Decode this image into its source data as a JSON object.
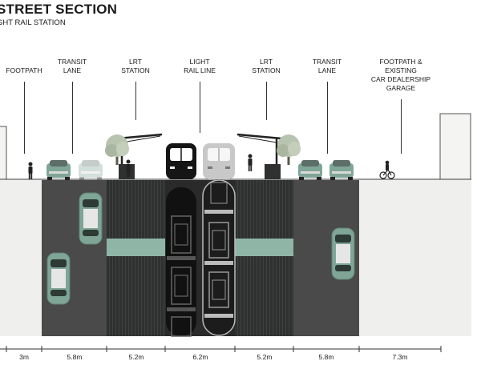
{
  "title": "STREET SECTION",
  "subtitle": "GHT RAIL STATION",
  "zones": [
    {
      "name": "footpath-left",
      "label": "FOOTPATH",
      "width": "3m"
    },
    {
      "name": "transit-lane-left",
      "label": "TRANSIT\nLANE",
      "width": "5.8m"
    },
    {
      "name": "lrt-station-left",
      "label": "LRT\nSTATION",
      "width": "5.2m"
    },
    {
      "name": "light-rail-line",
      "label": "LIGHT\nRAIL LINE",
      "width": "6.2m"
    },
    {
      "name": "lrt-station-right",
      "label": "LRT\nSTATION",
      "width": "5.2m"
    },
    {
      "name": "transit-lane-right",
      "label": "TRANSIT\nLANE",
      "width": "5.8m"
    },
    {
      "name": "footpath-right",
      "label": "FOOTPATH &\nEXISTING\nCAR DEALERSHIP\nGARAGE",
      "width": "7.3m"
    }
  ],
  "colors": {
    "road": "#4a4a4a",
    "platform": "#2e3130",
    "platform_band": "#8fb5a6",
    "rail": "#2a2a2a",
    "footpath": "#efefed",
    "car": "#7fa596",
    "tram_dark": "#151515",
    "tram_light": "#c8c8c8",
    "tree": "#b9c4b0"
  },
  "icons": {
    "tree": "tree-icon",
    "tram": "tram-icon",
    "car": "car-icon",
    "pedestrian": "pedestrian-icon",
    "cyclist": "cyclist-icon"
  }
}
